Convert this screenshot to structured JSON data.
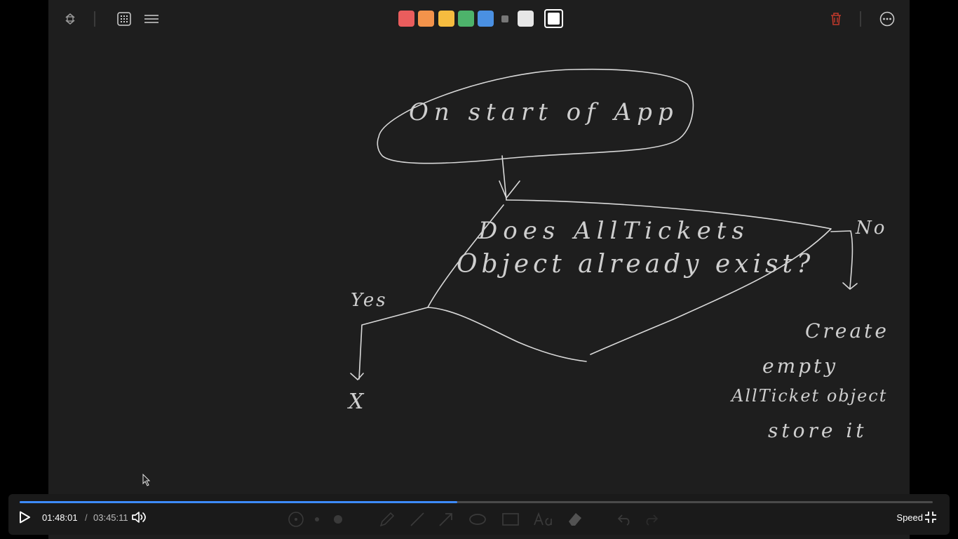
{
  "toolbar": {
    "icons": [
      "rotate-icon",
      "grid-icon",
      "lines-icon",
      "trash-icon",
      "more-icon"
    ],
    "colors": [
      "#e95d5d",
      "#f3934b",
      "#f5bc3f",
      "#4db36b",
      "#4a90e2",
      "#777777",
      "#e6e6e6",
      "#ffffff"
    ],
    "accent_trash": "#c0392b"
  },
  "drawing": {
    "start": "On start of App",
    "question_line1": "Does AllTickets",
    "question_line2": "Object already exist?",
    "yes": "Yes",
    "no": "No",
    "x": "X",
    "create_line1": "Create",
    "create_line2": "empty",
    "create_line3": "AllTicket object",
    "create_line4": "store it"
  },
  "player": {
    "current_time": "01:48:01",
    "separator": "/",
    "duration": "03:45:11",
    "speed_label": "Speed",
    "progress": 0.479,
    "accent": "#3d8bff"
  }
}
